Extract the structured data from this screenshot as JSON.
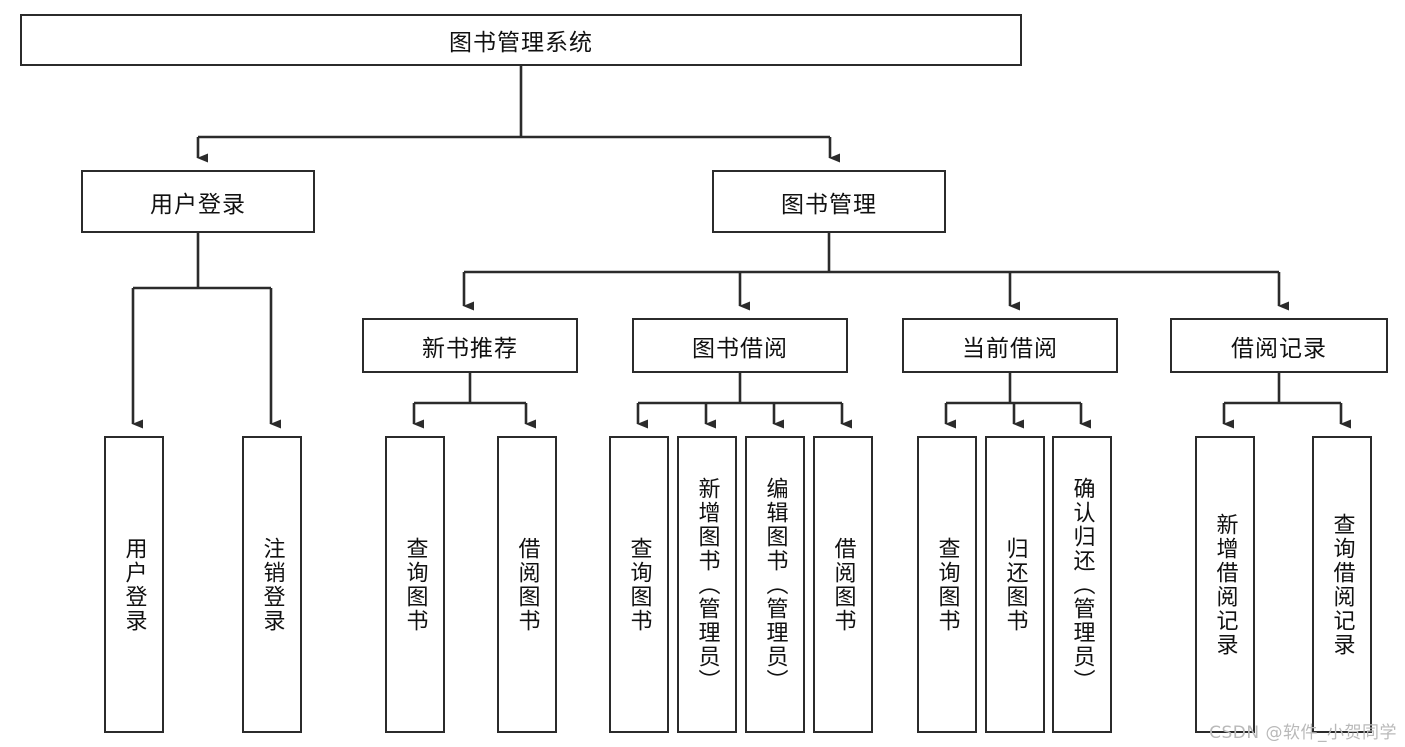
{
  "diagram": {
    "type": "tree-hierarchy",
    "title": "图书管理系统",
    "watermark": "CSDN @软件_小贺同学",
    "root": {
      "id": "root",
      "label": "图书管理系统"
    },
    "level2": [
      {
        "id": "user-login",
        "label": "用户登录"
      },
      {
        "id": "book-manage",
        "label": "图书管理"
      }
    ],
    "level3": [
      {
        "id": "new-book-rec",
        "label": "新书推荐"
      },
      {
        "id": "book-borrow",
        "label": "图书借阅"
      },
      {
        "id": "current-borrow",
        "label": "当前借阅"
      },
      {
        "id": "borrow-record",
        "label": "借阅记录"
      }
    ],
    "leaves": {
      "user_login": [
        {
          "id": "leaf-user-login",
          "label": "用户登录"
        },
        {
          "id": "leaf-logout",
          "label": "注销登录"
        }
      ],
      "new_book_rec": [
        {
          "id": "leaf-query-book-1",
          "label": "查询图书"
        },
        {
          "id": "leaf-borrow-book-1",
          "label": "借阅图书"
        }
      ],
      "book_borrow": [
        {
          "id": "leaf-query-book-2",
          "label": "查询图书"
        },
        {
          "id": "leaf-add-book",
          "label": "新增图书（管理员）"
        },
        {
          "id": "leaf-edit-book",
          "label": "编辑图书（管理员）"
        },
        {
          "id": "leaf-borrow-book-2",
          "label": "借阅图书"
        }
      ],
      "current_borrow": [
        {
          "id": "leaf-query-book-3",
          "label": "查询图书"
        },
        {
          "id": "leaf-return-book",
          "label": "归还图书"
        },
        {
          "id": "leaf-confirm-return",
          "label": "确认归还（管理员）"
        }
      ],
      "borrow_record": [
        {
          "id": "leaf-add-record",
          "label": "新增借阅记录"
        },
        {
          "id": "leaf-query-record",
          "label": "查询借阅记录"
        }
      ]
    },
    "colors": {
      "stroke": "#2b2b2b",
      "fill": "#ffffff",
      "text": "#111111",
      "watermark": "#b9b9b9"
    }
  }
}
